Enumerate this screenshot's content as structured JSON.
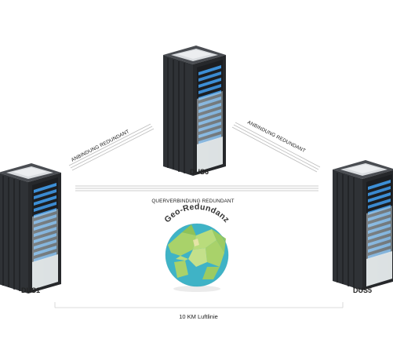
{
  "nodes": [
    {
      "id": "dus6",
      "label": "DUS6"
    },
    {
      "id": "dus1",
      "label": "DUS1"
    },
    {
      "id": "dus5",
      "label": "DUS5"
    }
  ],
  "links": {
    "left_label": "ANBINDUNG REDUNDANT",
    "right_label": "ANBINDUNG REDUNDANT",
    "cross_label": "QUERVERBINDUNG REDUNDANT"
  },
  "globe": {
    "label": "Geo-Redundanz"
  },
  "distance": {
    "label": "10 KM Luftlinie"
  },
  "colors": {
    "rack_dark": "#2b2d30",
    "rack_mid": "#3b3e42",
    "rack_side": "#1f2124",
    "server_blue": "#3d8fd6",
    "ocean": "#3fb3c6",
    "land": "#a9d26a",
    "line": "#bdbdbd"
  }
}
